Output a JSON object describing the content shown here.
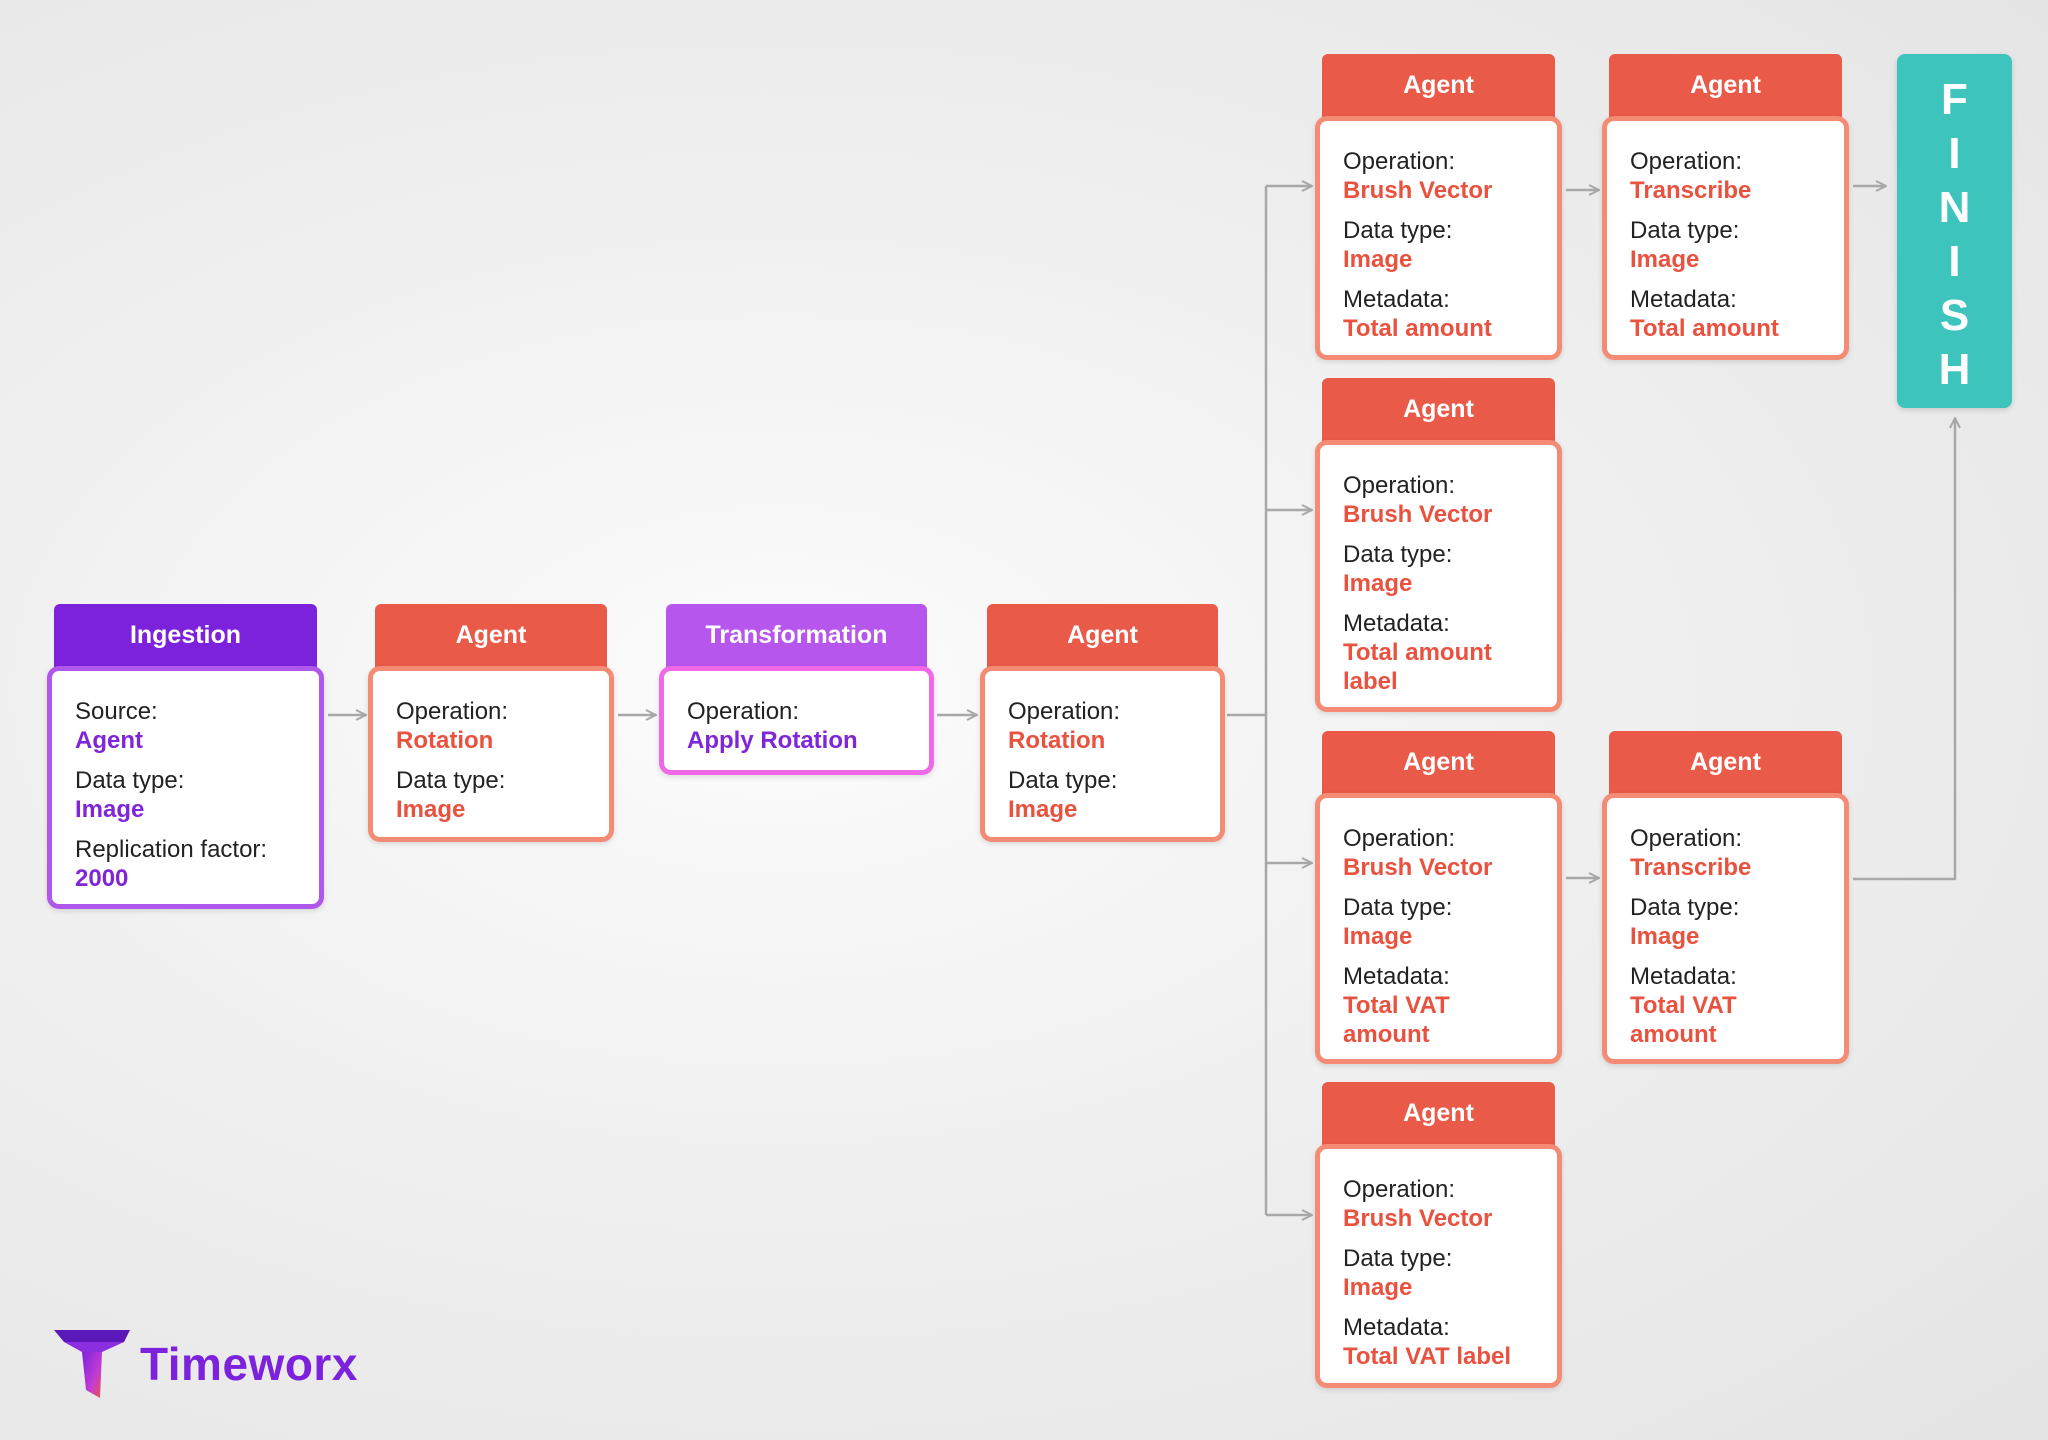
{
  "colors": {
    "agent_header": "#ea5a48",
    "agent_border": "#f48b75",
    "ingestion_header": "#7c22dc",
    "transformation_header": "#b656ec",
    "finish": "#3cc4bd",
    "connector": "#a8a8a8"
  },
  "nodes": {
    "ingestion": {
      "title": "Ingestion",
      "fields": [
        {
          "label": "Source:",
          "value": "Agent"
        },
        {
          "label": "Data type:",
          "value": "Image"
        },
        {
          "label": "Replication factor:",
          "value": "2000"
        }
      ]
    },
    "agent1": {
      "title": "Agent",
      "fields": [
        {
          "label": "Operation:",
          "value": "Rotation"
        },
        {
          "label": "Data type:",
          "value": "Image"
        }
      ]
    },
    "transformation": {
      "title": "Transformation",
      "fields": [
        {
          "label": "Operation:",
          "value": "Apply Rotation"
        }
      ]
    },
    "agent2": {
      "title": "Agent",
      "fields": [
        {
          "label": "Operation:",
          "value": "Rotation"
        },
        {
          "label": "Data type:",
          "value": "Image"
        }
      ]
    },
    "branch1a": {
      "title": "Agent",
      "fields": [
        {
          "label": "Operation:",
          "value": "Brush Vector"
        },
        {
          "label": "Data type:",
          "value": "Image"
        },
        {
          "label": "Metadata:",
          "value": "Total amount"
        }
      ]
    },
    "branch1b": {
      "title": "Agent",
      "fields": [
        {
          "label": "Operation:",
          "value": "Transcribe"
        },
        {
          "label": "Data type:",
          "value": "Image"
        },
        {
          "label": "Metadata:",
          "value": "Total amount"
        }
      ]
    },
    "branch2": {
      "title": "Agent",
      "fields": [
        {
          "label": "Operation:",
          "value": "Brush Vector"
        },
        {
          "label": "Data type:",
          "value": "Image"
        },
        {
          "label": "Metadata:",
          "value": "Total amount label"
        }
      ]
    },
    "branch3a": {
      "title": "Agent",
      "fields": [
        {
          "label": "Operation:",
          "value": "Brush Vector"
        },
        {
          "label": "Data type:",
          "value": "Image"
        },
        {
          "label": "Metadata:",
          "value": "Total VAT amount"
        }
      ]
    },
    "branch3b": {
      "title": "Agent",
      "fields": [
        {
          "label": "Operation:",
          "value": "Transcribe"
        },
        {
          "label": "Data type:",
          "value": "Image"
        },
        {
          "label": "Metadata:",
          "value": "Total VAT amount"
        }
      ]
    },
    "branch4": {
      "title": "Agent",
      "fields": [
        {
          "label": "Operation:",
          "value": "Brush Vector"
        },
        {
          "label": "Data type:",
          "value": "Image"
        },
        {
          "label": "Metadata:",
          "value": "Total VAT label"
        }
      ]
    }
  },
  "finish": {
    "letters": [
      "F",
      "I",
      "N",
      "I",
      "S",
      "H"
    ]
  },
  "logo": {
    "text": "Timeworx"
  }
}
